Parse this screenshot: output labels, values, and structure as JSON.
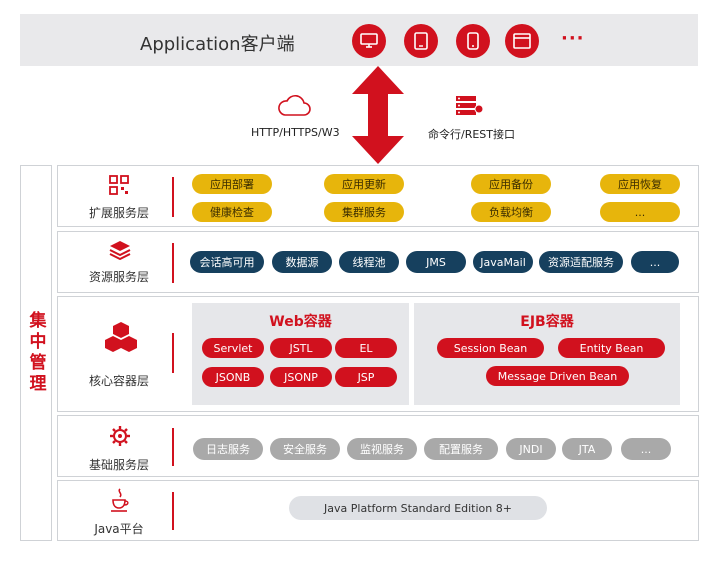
{
  "client": {
    "title": "Application客户端",
    "icons": [
      "desktop-icon",
      "tablet-icon",
      "mobile-icon",
      "browser-window-icon"
    ],
    "more": "···"
  },
  "protocols": {
    "http": "HTTP/HTTPS/W3",
    "cli": "命令行/REST接口"
  },
  "management": "集中管理",
  "layers": {
    "extension": {
      "label": "扩展服务层",
      "items": [
        "应用部署",
        "应用更新",
        "应用备份",
        "应用恢复",
        "健康检查",
        "集群服务",
        "负载均衡",
        "..."
      ]
    },
    "resource": {
      "label": "资源服务层",
      "items": [
        "会话高可用",
        "数据源",
        "线程池",
        "JMS",
        "JavaMail",
        "资源适配服务",
        "..."
      ]
    },
    "core": {
      "label": "核心容器层",
      "web": {
        "title": "Web容器",
        "items": [
          "Servlet",
          "JSTL",
          "EL",
          "JSONB",
          "JSONP",
          "JSP"
        ]
      },
      "ejb": {
        "title": "EJB容器",
        "items": [
          "Session Bean",
          "Entity Bean",
          "Message Driven Bean"
        ]
      }
    },
    "base": {
      "label": "基础服务层",
      "items": [
        "日志服务",
        "安全服务",
        "监视服务",
        "配置服务",
        "JNDI",
        "JTA",
        "..."
      ]
    },
    "java": {
      "label": "Java平台",
      "platform": "Java Platform Standard Edition 8+"
    }
  },
  "colors": {
    "accent": "#d1111e",
    "gold": "#e7b50c",
    "navy": "#16405e",
    "gray": "#a9a9a9"
  }
}
